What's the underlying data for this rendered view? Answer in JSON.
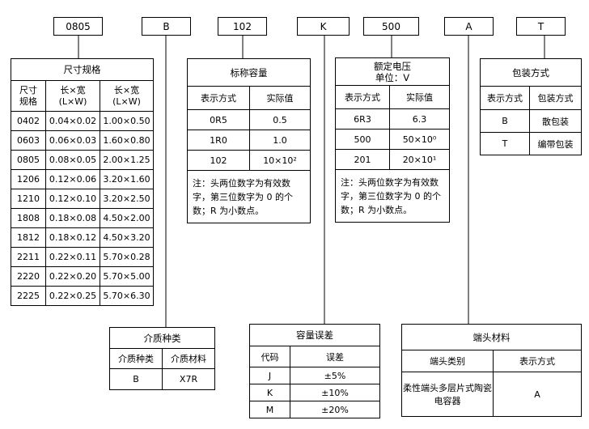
{
  "codes": [
    "0805",
    "B",
    "102",
    "K",
    "500",
    "A",
    "T"
  ],
  "size": {
    "title": "尺寸规格",
    "headers": [
      [
        "尺寸",
        "规格"
      ],
      [
        "长×宽",
        "(L×W)"
      ],
      [
        "长×宽",
        "(L×W)"
      ]
    ],
    "rows": [
      [
        "0402",
        "0.04×0.02",
        "1.00×0.50"
      ],
      [
        "0603",
        "0.06×0.03",
        "1.60×0.80"
      ],
      [
        "0805",
        "0.08×0.05",
        "2.00×1.25"
      ],
      [
        "1206",
        "0.12×0.06",
        "3.20×1.60"
      ],
      [
        "1210",
        "0.12×0.10",
        "3.20×2.50"
      ],
      [
        "1808",
        "0.18×0.08",
        "4.50×2.00"
      ],
      [
        "1812",
        "0.18×0.12",
        "4.50×3.20"
      ],
      [
        "2211",
        "0.22×0.11",
        "5.70×0.28"
      ],
      [
        "2220",
        "0.22×0.20",
        "5.70×5.00"
      ],
      [
        "2225",
        "0.22×0.25",
        "5.70×6.30"
      ]
    ]
  },
  "capacitance": {
    "title": "标称容量",
    "headers": [
      "表示方式",
      "实际值"
    ],
    "rows": [
      [
        "0R5",
        "0.5"
      ],
      [
        "1R0",
        "1.0"
      ],
      [
        "102",
        "10×10²"
      ]
    ],
    "note": "注：头两位数字为有效数字，第三位数字为 0 的个数；R 为小数点。"
  },
  "voltage": {
    "title": "额定电压",
    "subtitle": "单位：V",
    "headers": [
      "表示方式",
      "实际值"
    ],
    "rows": [
      [
        "6R3",
        "6.3"
      ],
      [
        "500",
        "50×10⁰"
      ],
      [
        "201",
        "20×10¹"
      ]
    ],
    "note": "注：头两位数字为有效数字，第三位数字为 0 的个数；R 为小数点。"
  },
  "packaging": {
    "title": "包装方式",
    "headers": [
      "表示方式",
      "包装方式"
    ],
    "rows": [
      [
        "B",
        "散包装"
      ],
      [
        "T",
        "编带包装"
      ]
    ]
  },
  "dielectric": {
    "title": "介质种类",
    "headers": [
      "介质种类",
      "介质材料"
    ],
    "rows": [
      [
        "B",
        "X7R"
      ]
    ]
  },
  "tolerance": {
    "title": "容量误差",
    "headers": [
      "代码",
      "误差"
    ],
    "rows": [
      [
        "J",
        "±5%"
      ],
      [
        "K",
        "±10%"
      ],
      [
        "M",
        "±20%"
      ]
    ]
  },
  "termination": {
    "title": "端头材料",
    "headers": [
      "端头类别",
      "表示方式"
    ],
    "rows": [
      [
        "柔性端头多层片式陶瓷电容器",
        "A"
      ]
    ]
  }
}
